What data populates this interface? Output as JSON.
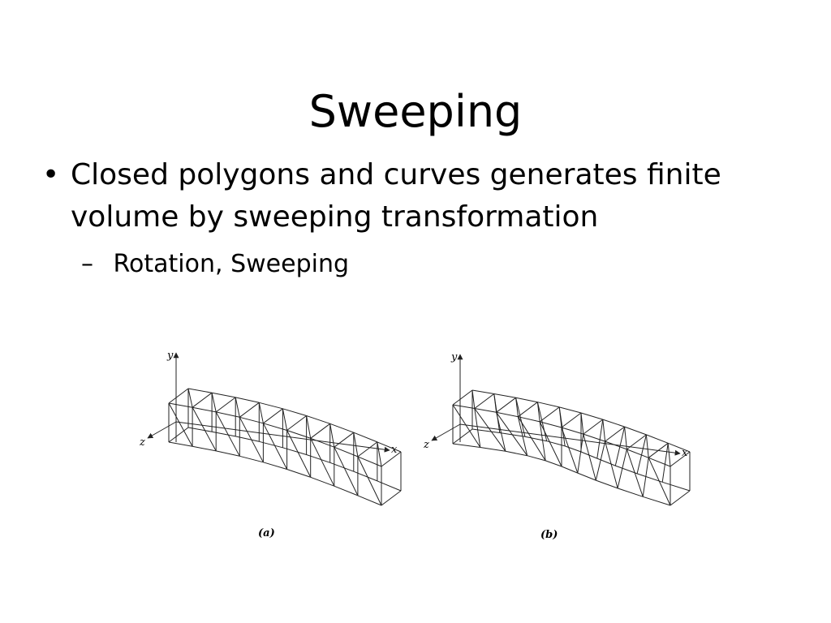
{
  "slide": {
    "title": "Sweeping",
    "bullet": {
      "marker": "•",
      "text": "Closed polygons and curves generates finite volume by sweeping transformation"
    },
    "sub_bullet": {
      "marker": "–",
      "text": "Rotation, Sweeping"
    }
  },
  "figure": {
    "panel_a": {
      "caption": "(a)",
      "axis_labels": {
        "x": "x",
        "y": "y",
        "z": "z"
      }
    },
    "panel_b": {
      "caption": "(b)",
      "axis_labels": {
        "x": "x",
        "y": "y",
        "z": "z"
      }
    }
  }
}
